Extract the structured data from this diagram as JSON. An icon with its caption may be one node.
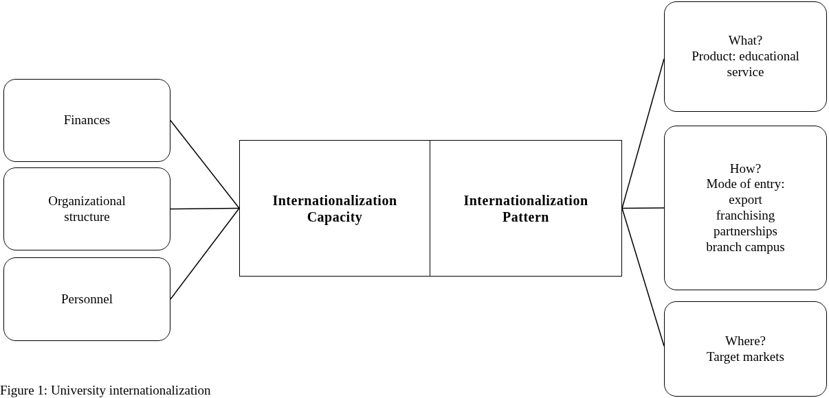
{
  "diagram": {
    "caption": "Figure 1: University internationalization",
    "nodes": [
      {
        "text": [
          "Finances"
        ]
      },
      {
        "text": [
          "Organizational structure"
        ]
      },
      {
        "text": [
          "Personnel"
        ]
      },
      {
        "text": [
          "Internationalization Capacity"
        ]
      },
      {
        "text": [
          "Internationalization Pattern"
        ]
      },
      {
        "text": [
          "What?",
          "Product: educational service"
        ]
      },
      {
        "text": [
          "How?",
          "Mode of entry:",
          "export",
          "franchising",
          "partnerships",
          "branch campus"
        ]
      },
      {
        "text": [
          "Where?",
          "Target markets"
        ]
      }
    ],
    "edges": [
      {
        "from": 0,
        "to": 3,
        "arrow": "none"
      },
      {
        "from": 1,
        "to": 3,
        "arrow": "none"
      },
      {
        "from": 2,
        "to": 3,
        "arrow": "none"
      },
      {
        "from": 4,
        "to": 5,
        "arrow": "none"
      },
      {
        "from": 4,
        "to": 6,
        "arrow": "none"
      },
      {
        "from": 4,
        "to": 7,
        "arrow": "none"
      }
    ]
  }
}
